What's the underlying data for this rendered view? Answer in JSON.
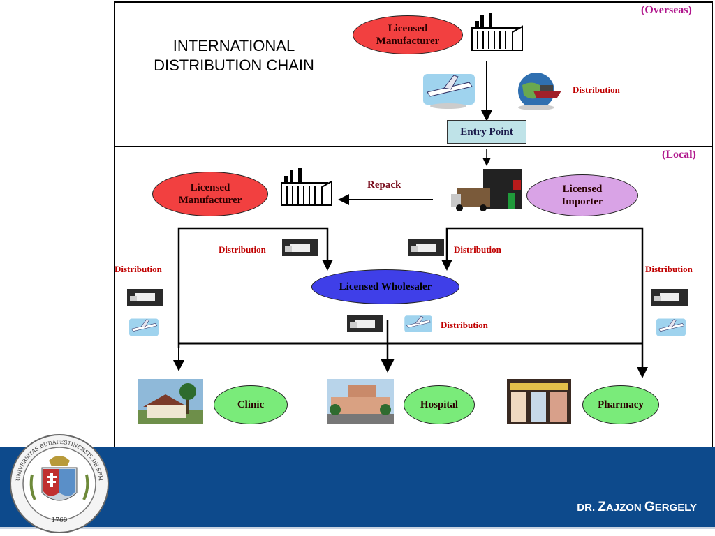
{
  "title": {
    "line1": "INTERNATIONAL",
    "line2": "DISTRIBUTION CHAIN"
  },
  "regions": {
    "overseas": "(Overseas)",
    "local": "(Local)"
  },
  "nodes": {
    "overseas_manufacturer": {
      "line1": "Licensed",
      "line2": "Manufacturer"
    },
    "entry_point": "Entry Point",
    "local_manufacturer": {
      "line1": "Licensed",
      "line2": "Manufacturer"
    },
    "importer": {
      "line1": "Licensed",
      "line2": "Importer"
    },
    "wholesaler": "Licensed Wholesaler",
    "clinic": "Clinic",
    "hospital": "Hospital",
    "pharmacy": "Pharmacy"
  },
  "labels": {
    "distribution": "Distribution",
    "repack": "Repack"
  },
  "colors": {
    "manufacturer": "#f24040",
    "importer": "#d9a3e6",
    "wholesaler": "#3f3fe8",
    "endpoint": "#7aeb7a",
    "entry_point": "#bfe3e8",
    "region_label": "#b0158c",
    "distribution_label": "#c00000",
    "footer": "#0d4a8c"
  },
  "footer": {
    "author_prefix": "DR. ",
    "author_first_initial": "Z",
    "author_first_rest": "AJZON ",
    "author_last_initial": "G",
    "author_last_rest": "ERGELY"
  },
  "seal": {
    "text": "UNIVERSITAS BUDAPESTINENSIS DE SEMMELWEIS NOMINATA",
    "year": "1769"
  }
}
